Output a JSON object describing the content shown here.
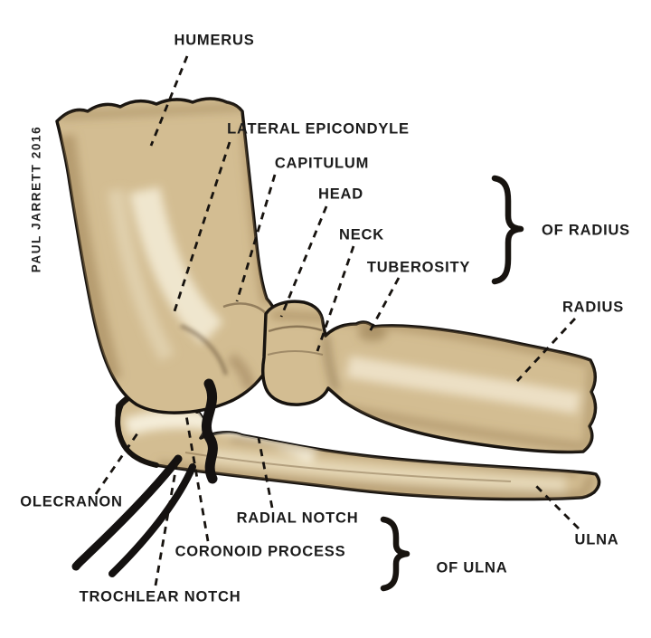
{
  "diagram_title": "elbow-joint-anatomy",
  "signature": "PAUL JARRETT 2016",
  "labels": {
    "humerus": "HUMERUS",
    "lateral_epicondyle": "LATERAL EPICONDYLE",
    "capitulum": "CAPITULUM",
    "head": "HEAD",
    "neck": "NECK",
    "tuberosity": "TUBEROSITY",
    "of_radius": "OF RADIUS",
    "radius": "RADIUS",
    "ulna": "ULNA",
    "olecranon": "OLECRANON",
    "radial_notch": "RADIAL NOTCH",
    "coronoid_process": "CORONOID PROCESS",
    "trochlear_notch": "TROCHLEAR NOTCH",
    "of_ulna": "OF ULNA"
  },
  "colors": {
    "bone_base": "#d3bd92",
    "bone_shadow": "#9a7c50",
    "bone_highlight": "#f4edd8",
    "outline": "#17130f",
    "label_text": "#1b1b1b",
    "background": "#ffffff"
  }
}
